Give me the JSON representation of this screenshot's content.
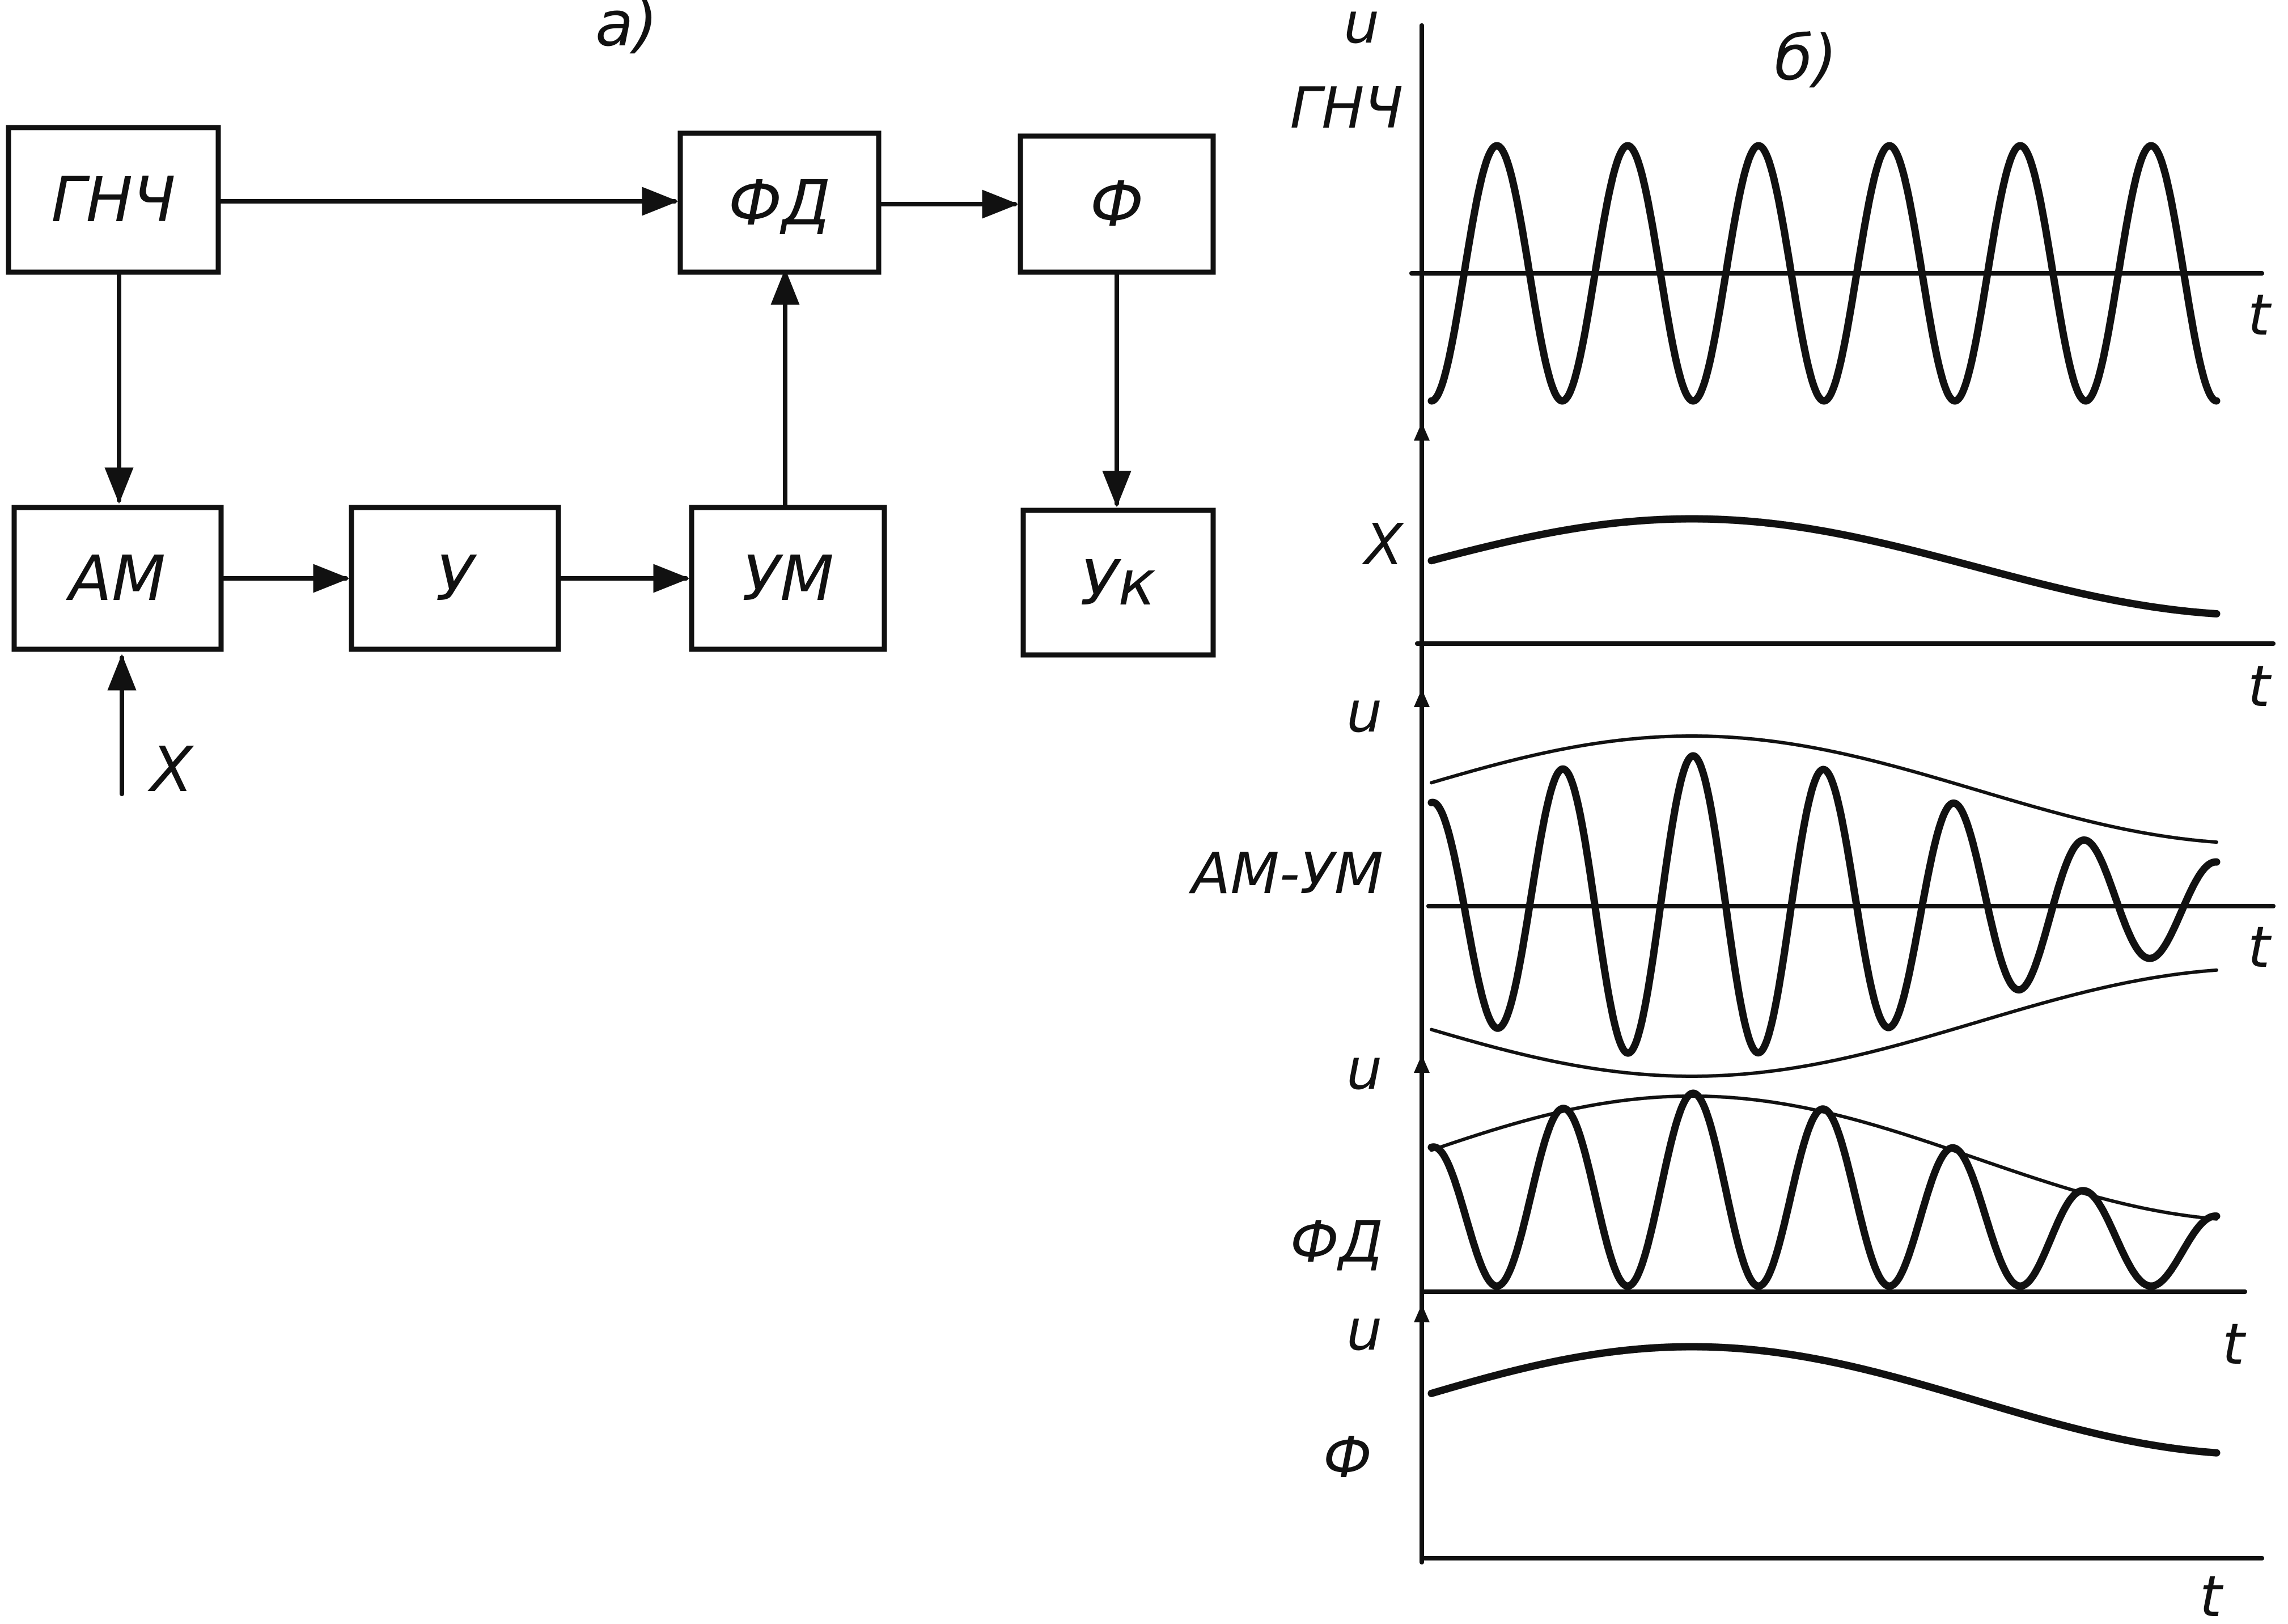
{
  "panel_a": {
    "label": "а)",
    "blocks": {
      "gnch": "ГНЧ",
      "fd": "ФД",
      "f": "Ф",
      "am": "АМ",
      "u": "У",
      "um": "УМ",
      "uk": "Ук"
    },
    "input_label": "X"
  },
  "panel_b": {
    "label": "б)",
    "y_axis_label": "u",
    "x_axis_label": "t",
    "signals": {
      "gnch": "ГНЧ",
      "x": "X",
      "am_um": "АМ-УМ",
      "fd": "ФД",
      "f": "Ф"
    }
  }
}
